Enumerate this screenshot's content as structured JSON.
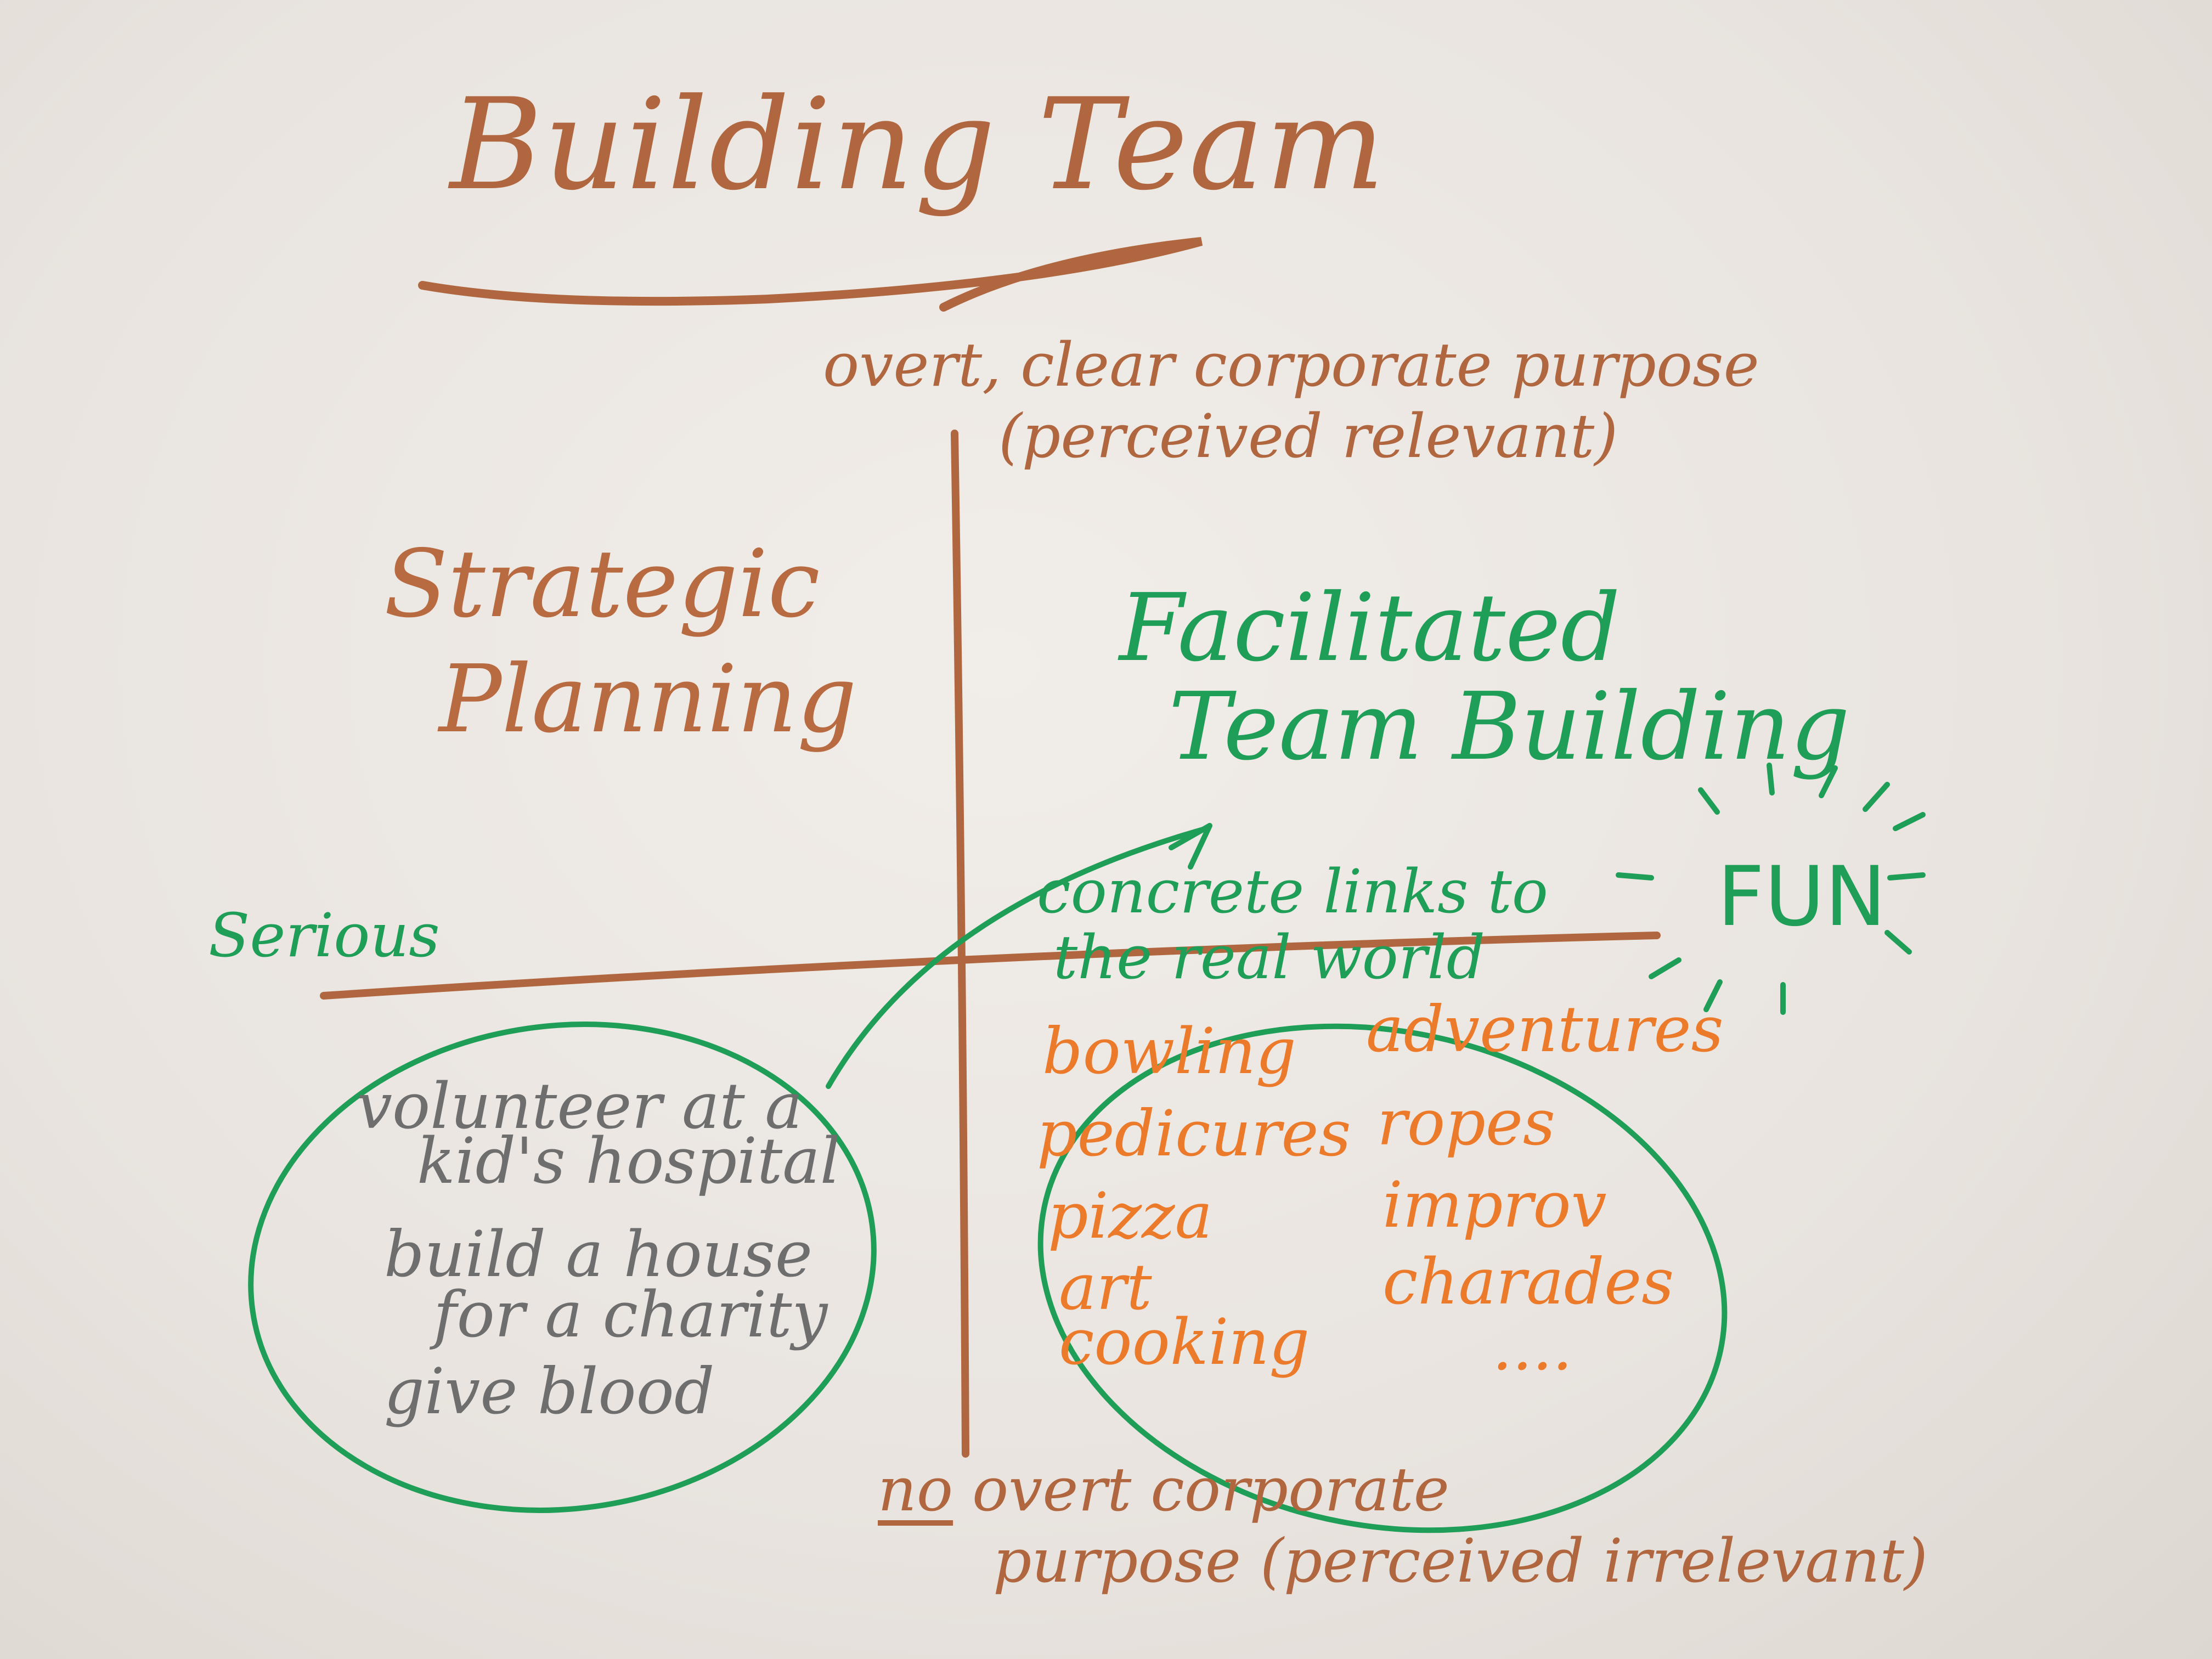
{
  "title": "Building Team",
  "axes": {
    "top_line1": "overt, clear corporate purpose",
    "top_line2": "(perceived relevant)",
    "bottom_word_no": "no",
    "bottom_line1_rest": " overt corporate",
    "bottom_line2": "purpose (perceived irrelevant)",
    "left": "Serious",
    "right": "FUN"
  },
  "quadrants": {
    "top_left_line1": "Strategic",
    "top_left_line2": "Planning",
    "top_right_line1": "Facilitated",
    "top_right_line2": "Team Building"
  },
  "arrow_note": {
    "line1": "concrete links to",
    "line2": "the real world"
  },
  "serious_list": [
    "volunteer at a",
    "kid's hospital",
    "build a house",
    "for a charity",
    "give blood"
  ],
  "fun_list_left": [
    "bowling",
    "pedicures",
    "pizza",
    "art",
    "cooking"
  ],
  "fun_list_right": [
    "adventures",
    "ropes",
    "improv",
    "charades",
    "...."
  ],
  "colors": {
    "brown_ink": "#b0673f",
    "green_ink": "#1f9e58",
    "orange_ink": "#ec7a2b",
    "grey_ink": "#6e6e6e",
    "board": "#ece7e2"
  }
}
